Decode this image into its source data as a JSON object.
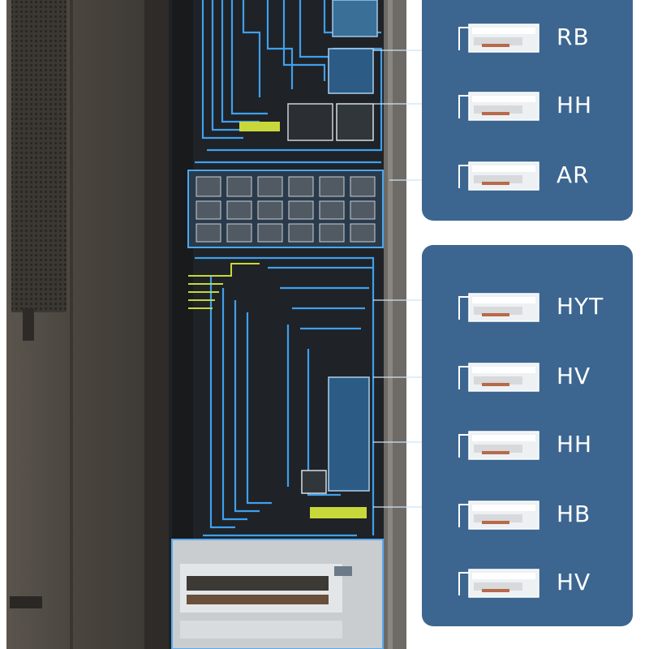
{
  "panels": [
    {
      "id": "panel-top",
      "items": [
        {
          "label": "RB",
          "icon": "drive-bay-icon"
        },
        {
          "label": "HH",
          "icon": "drive-bay-icon"
        },
        {
          "label": "AR",
          "icon": "drive-bay-icon"
        }
      ]
    },
    {
      "id": "panel-bottom",
      "items": [
        {
          "label": "HYT",
          "icon": "drive-bay-icon"
        },
        {
          "label": "HV",
          "icon": "drive-bay-icon"
        },
        {
          "label": "HH",
          "icon": "drive-bay-icon"
        },
        {
          "label": "HB",
          "icon": "drive-bay-icon"
        },
        {
          "label": "HV",
          "icon": "drive-bay-icon"
        }
      ]
    }
  ],
  "colors": {
    "panel": "#3c6690",
    "case_shell": "#4b4640",
    "wiring": "#3ea0ee",
    "label": "#ffffff",
    "accent_yellow": "#c8d83a"
  }
}
